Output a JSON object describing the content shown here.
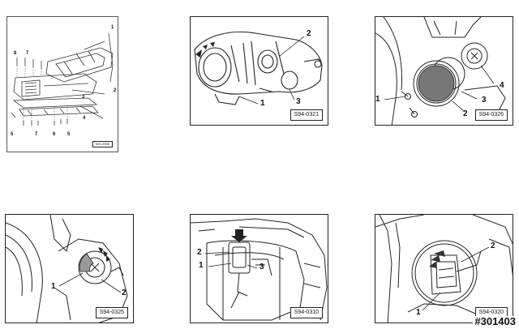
{
  "figures": [
    {
      "id": "fig1",
      "code": "S90-0095",
      "labels": [
        "1",
        "2",
        "3",
        "4",
        "5",
        "6",
        "7",
        "8"
      ]
    },
    {
      "id": "fig2",
      "code": "S94-0321",
      "labels": [
        "1",
        "2",
        "3"
      ]
    },
    {
      "id": "fig3",
      "code": "S94-0326",
      "labels": [
        "1",
        "2",
        "3",
        "4"
      ]
    },
    {
      "id": "fig4",
      "code": "S94-0325",
      "labels": [
        "1",
        "2"
      ]
    },
    {
      "id": "fig5",
      "code": "S94-0310",
      "labels": [
        "1",
        "2",
        "3"
      ]
    },
    {
      "id": "fig6",
      "code": "S94-0320",
      "labels": [
        "1",
        "2"
      ]
    }
  ],
  "watermark": "#301403"
}
